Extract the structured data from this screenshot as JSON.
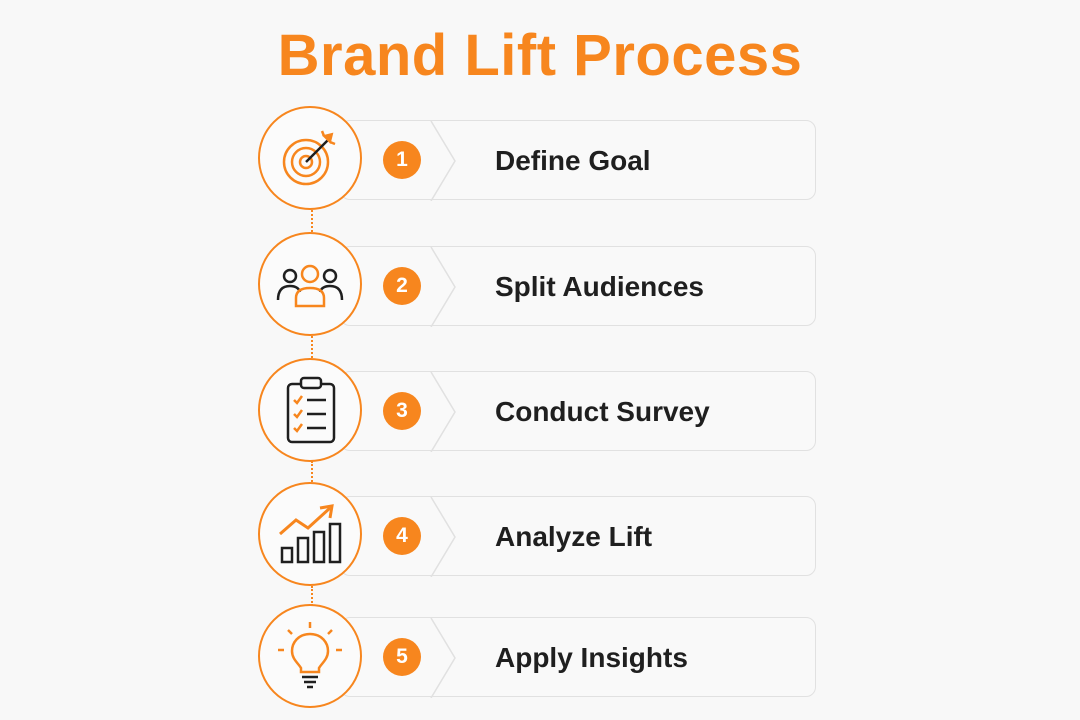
{
  "title": "Brand Lift Process",
  "colors": {
    "accent": "#f7861e",
    "text": "#1f1f1f",
    "card_border": "#e1e1e1"
  },
  "steps": [
    {
      "number": "1",
      "label": "Define Goal",
      "icon": "target-icon"
    },
    {
      "number": "2",
      "label": "Split Audiences",
      "icon": "people-group-icon"
    },
    {
      "number": "3",
      "label": "Conduct Survey",
      "icon": "clipboard-checklist-icon"
    },
    {
      "number": "4",
      "label": "Analyze Lift",
      "icon": "growth-chart-icon"
    },
    {
      "number": "5",
      "label": "Apply Insights",
      "icon": "lightbulb-icon"
    }
  ]
}
